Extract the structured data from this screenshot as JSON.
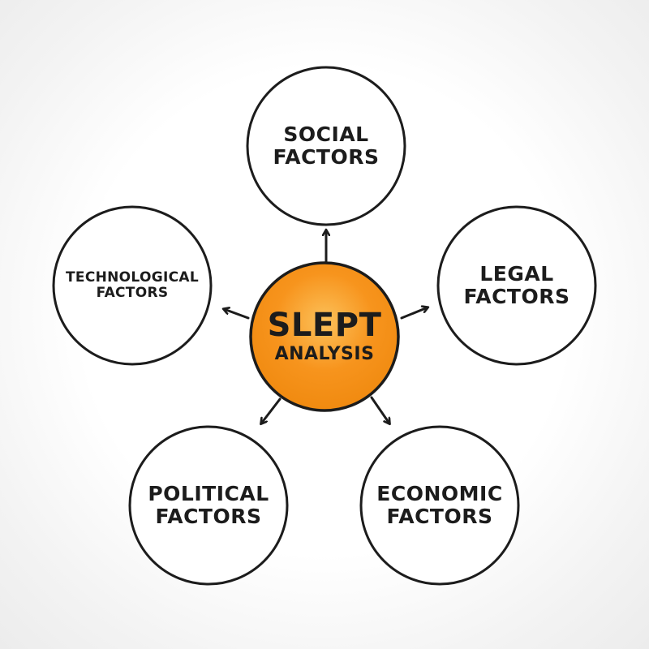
{
  "center": {
    "title": "SLEPT",
    "subtitle": "ANALYSIS",
    "fill": "#f7941d"
  },
  "nodes": {
    "social": {
      "line1": "SOCIAL",
      "line2": "FACTORS"
    },
    "legal": {
      "line1": "LEGAL",
      "line2": "FACTORS"
    },
    "economic": {
      "line1": "ECONOMIC",
      "line2": "FACTORS"
    },
    "political": {
      "line1": "POLITICAL",
      "line2": "FACTORS"
    },
    "technological": {
      "line1": "TECHNOLOGICAL",
      "line2": "FACTORS"
    }
  },
  "colors": {
    "stroke": "#1c1c1c",
    "circle_fill": "#ffffff"
  }
}
